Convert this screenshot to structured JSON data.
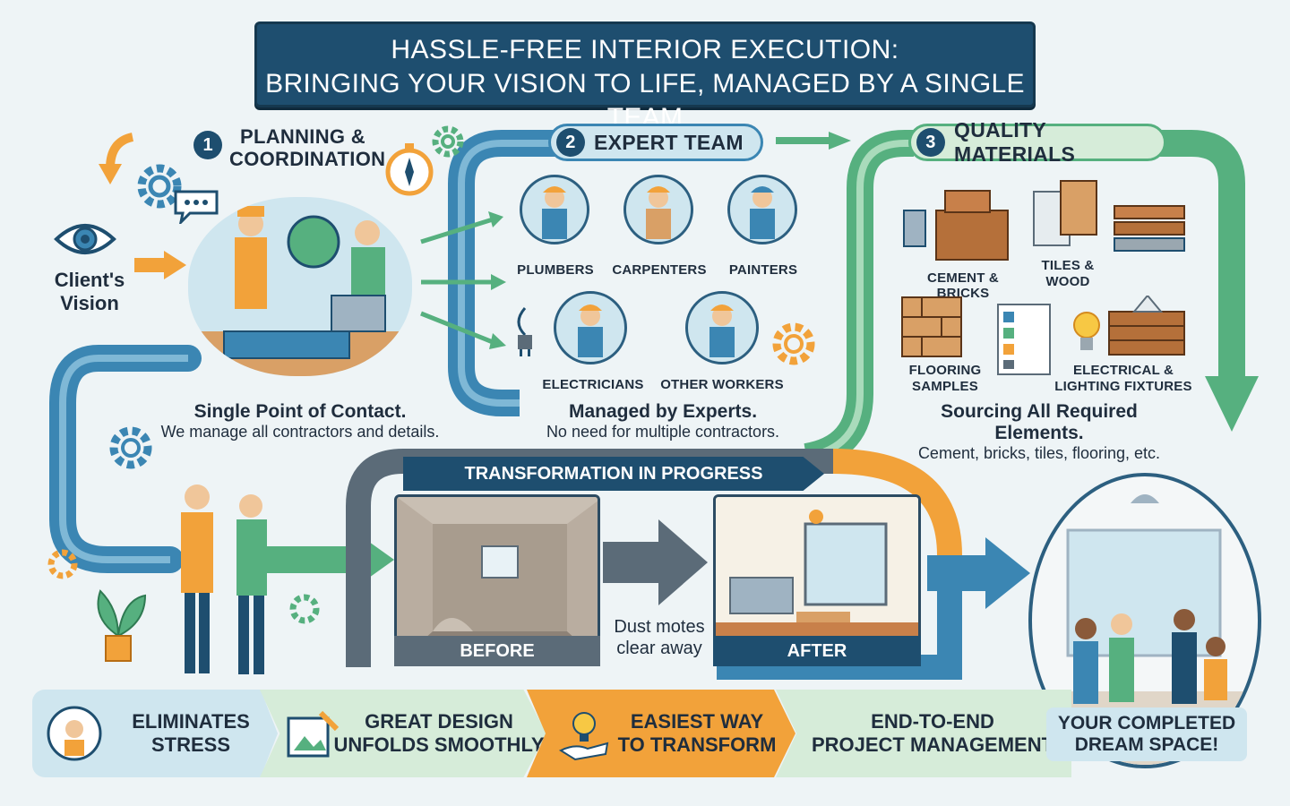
{
  "header": {
    "line1": "HASSLE-FREE INTERIOR EXECUTION:",
    "line2": "BRINGING YOUR VISION TO LIFE, MANAGED BY A SINGLE TEAM"
  },
  "client_vision": "Client's Vision",
  "step1": {
    "number": "1",
    "title_line1": "PLANNING &",
    "title_line2": "COORDINATION",
    "caption_title": "Single Point of Contact.",
    "caption_text": "We manage all contractors and details."
  },
  "step2": {
    "number": "2",
    "title": "EXPERT TEAM",
    "workers": [
      "PLUMBERS",
      "CARPENTERS",
      "PAINTERS",
      "ELECTRICIANS",
      "OTHER WORKERS"
    ],
    "caption_title": "Managed by Experts.",
    "caption_text": "No need for multiple contractors."
  },
  "step3": {
    "number": "3",
    "title": "QUALITY MATERIALS",
    "materials": [
      "CEMENT & BRICKS",
      "TILES &",
      "WOOD",
      "FLOORING",
      "SAMPLES",
      "ELECTRICAL &",
      "LIGHTING FIXTURES"
    ],
    "caption_title": "Sourcing All Required Elements.",
    "caption_text": "Cement, bricks, tiles, flooring, etc."
  },
  "transformation": {
    "title": "TRANSFORMATION IN PROGRESS",
    "before": "BEFORE",
    "after": "AFTER",
    "dust_line1": "Dust motes",
    "dust_line2": "clear away"
  },
  "completed": {
    "line1": "YOUR COMPLETED",
    "line2": "DREAM SPACE!"
  },
  "benefits": [
    {
      "line1": "ELIMINATES",
      "line2": "STRESS",
      "icon": "stressed-person-icon"
    },
    {
      "line1": "GREAT DESIGN",
      "line2": "UNFOLDS SMOOTHLY",
      "icon": "design-pencil-icon"
    },
    {
      "line1": "EASIEST WAY",
      "line2": "TO TRANSFORM",
      "icon": "lightbulb-hand-icon"
    },
    {
      "line1": "END-TO-END",
      "line2": "PROJECT MANAGEMENT",
      "icon": ""
    }
  ],
  "colors": {
    "navy": "#1e4e6f",
    "blue_arrow": "#3b86b3",
    "green_arrow": "#56b07f",
    "orange": "#f2a23a",
    "light_blue": "#cfe6ef",
    "light_green": "#d6ecd9"
  }
}
